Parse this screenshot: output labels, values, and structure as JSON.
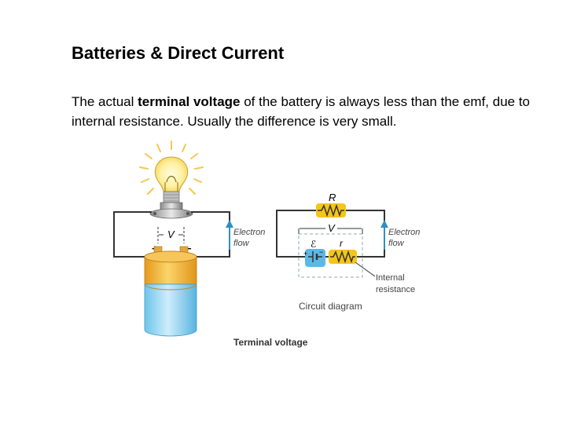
{
  "slide": {
    "title": "Batteries & Direct Current",
    "body_before": "The actual ",
    "body_bold": "terminal voltage",
    "body_after": " of the battery is always less than the emf, due to internal resistance. Usually the difference is very small."
  },
  "figure": {
    "left": {
      "voltage_label": "V",
      "plus_sign": "+",
      "minus_sign": "−",
      "electron_flow_line1": "Electron",
      "electron_flow_line2": "flow"
    },
    "right": {
      "resistor_label": "R",
      "voltage_label": "V",
      "emf_label": "ℰ",
      "internal_r_label": "r",
      "plus_sign": "+",
      "minus_sign": "−",
      "electron_flow_line1": "Electron",
      "electron_flow_line2": "flow",
      "internal_resistance_line1": "Internal",
      "internal_resistance_line2": "resistance",
      "caption": "Circuit diagram"
    },
    "caption": "Terminal voltage"
  },
  "colors": {
    "wire": "#333333",
    "arrow": "#2f8fc9",
    "resistor_fill": "#f5c518",
    "battery_cell_fill": "#5cb8e6",
    "battery_top": "#f2b233",
    "battery_body": "#a9dcf2",
    "bulb_glow": "#fff3a6"
  }
}
